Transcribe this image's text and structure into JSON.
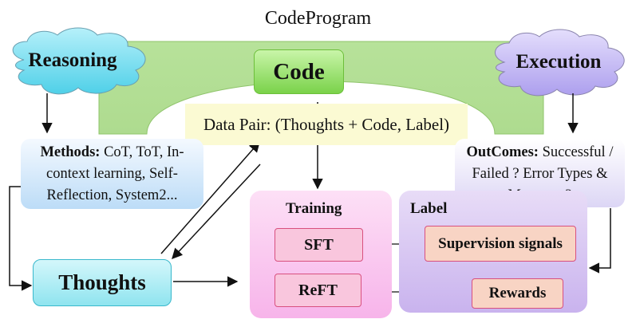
{
  "diagram": {
    "title": "CodeProgram",
    "reasoning": "Reasoning",
    "execution": "Execution",
    "code": "Code",
    "data_pair": "Data Pair: (Thoughts + Code, Label)",
    "methods": {
      "label": "Methods:",
      "line1_rest": " CoT, ToT, In-",
      "line2": "context learning, Self-",
      "line3": "Reflection, System2..."
    },
    "outcomes": {
      "label": "OutComes:",
      "line1_rest": " Successful /",
      "line2": "Failed ? Error Types &",
      "line3": "Messages?"
    },
    "thoughts": "Thoughts",
    "training": {
      "title": "Training",
      "sft": "SFT",
      "reft": "ReFT"
    },
    "label_panel": {
      "title": "Label",
      "supervision": "Supervision signals",
      "rewards": "Rewards"
    },
    "colors": {
      "arch": "#b9e29f",
      "code": "#7ad24a",
      "cloud_reasoning": "#7fdff0",
      "cloud_execution": "#c7bdf3",
      "training_panel": "#f7b4ea",
      "label_panel": "#c9b3ee"
    }
  }
}
